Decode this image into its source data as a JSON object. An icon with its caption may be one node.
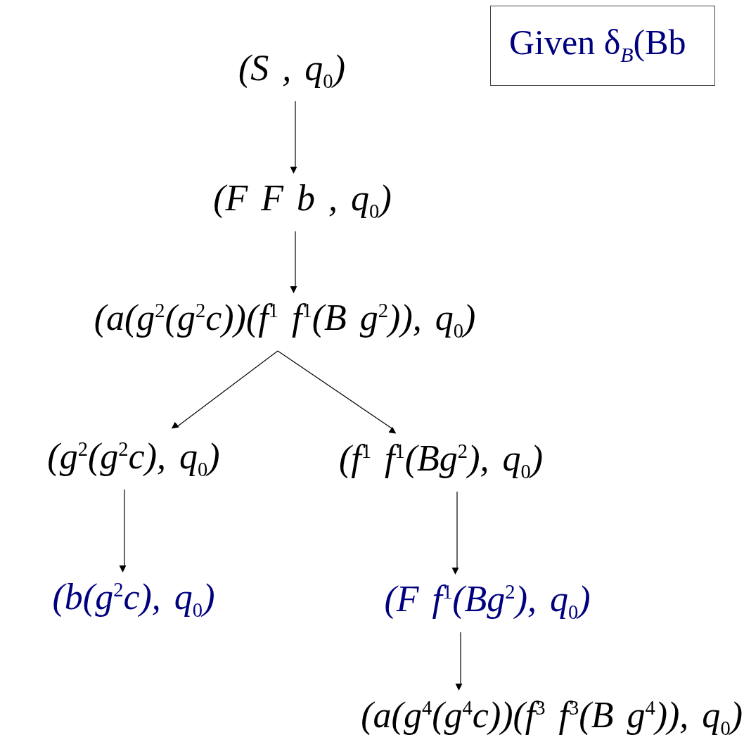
{
  "diagram": {
    "nodes": [
      {
        "text": [
          "(S , q$_{0}$)"
        ]
      },
      {
        "text": [
          "(F F b , q$_{0}$)"
        ]
      },
      {
        "text": [
          "(a(g$^{2}$(g$^{2}$c))(f$^{1}$ f$^{1}$(B g$^{2}$)), q$_{0}$)"
        ]
      },
      {
        "text": [
          "(g$^{2}$(g$^{2}$c), q$_{0}$)"
        ]
      },
      {
        "text": [
          "(f$^{1}$ f$^{1}$(Bg$^{2}$), q$_{0}$)"
        ]
      },
      {
        "text": [
          "(b(g$^{2}$c), q$_{0}$)"
        ]
      },
      {
        "text": [
          "(F f$^{1}$(Bg$^{2}$), q$_{0}$)"
        ]
      },
      {
        "text": [
          "(a(g$^{4}$(g$^{4}$c))(f$^{3}$ f$^{3}$(B g$^{4}$)), q$_{0}$)"
        ]
      },
      {
        "text": [
          "Given δ$_{B}$(Bb"
        ]
      }
    ],
    "edges": [
      {
        "from": 0,
        "to": 1,
        "arrow": "to"
      },
      {
        "from": 1,
        "to": 2,
        "arrow": "to"
      },
      {
        "from": 2,
        "to": 3,
        "arrow": "to"
      },
      {
        "from": 2,
        "to": 4,
        "arrow": "to"
      },
      {
        "from": 3,
        "to": 5,
        "arrow": "to"
      },
      {
        "from": 4,
        "to": 6,
        "arrow": "to"
      },
      {
        "from": 6,
        "to": 7,
        "arrow": "to"
      }
    ]
  }
}
